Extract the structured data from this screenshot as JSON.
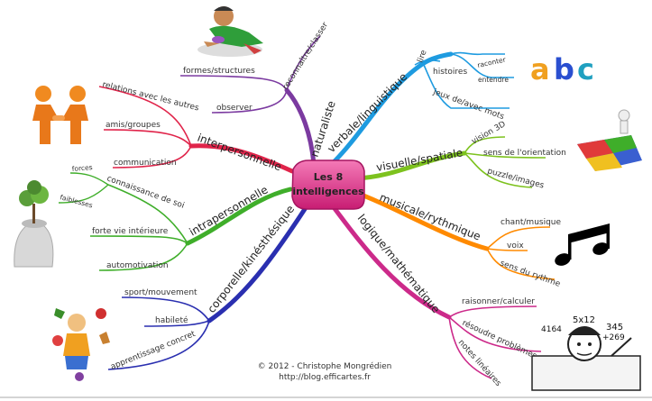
{
  "center": {
    "title": "Les 8 intelligences",
    "line1": "Les 8",
    "line2": "intelligences",
    "fill": "#e8448f"
  },
  "branches": [
    {
      "id": "verbale",
      "label": "verbale/linguistique",
      "color": "#1e9be0",
      "children": [
        {
          "label": "lire"
        },
        {
          "label": "histoires",
          "children": [
            {
              "label": "raconter"
            },
            {
              "label": "entendre"
            }
          ]
        },
        {
          "label": "jeux de/avec mots"
        }
      ]
    },
    {
      "id": "visuelle",
      "label": "visuelle/spatiale",
      "color": "#7dc21e",
      "children": [
        {
          "label": "vision 3D"
        },
        {
          "label": "sens de l'orientation"
        },
        {
          "label": "puzzle/images"
        }
      ]
    },
    {
      "id": "musicale",
      "label": "musicale/rythmique",
      "color": "#ff8a00",
      "children": [
        {
          "label": "chant/musique"
        },
        {
          "label": "voix"
        },
        {
          "label": "sens du rythme"
        }
      ]
    },
    {
      "id": "logique",
      "label": "logique/mathématique",
      "color": "#cc2a8a",
      "children": [
        {
          "label": "raisonner/calculer"
        },
        {
          "label": "résoudre problèmes"
        },
        {
          "label": "notes linéaires"
        }
      ]
    },
    {
      "id": "corporelle",
      "label": "corporelle/kinésthésique",
      "color": "#2a2fb0",
      "children": [
        {
          "label": "sport/mouvement"
        },
        {
          "label": "habileté"
        },
        {
          "label": "apprentissage concret"
        }
      ]
    },
    {
      "id": "intra",
      "label": "intrapersonnelle",
      "color": "#3fae2a",
      "children": [
        {
          "label": "connaissance de soi",
          "children": [
            {
              "label": "forces"
            },
            {
              "label": "faiblesses"
            }
          ]
        },
        {
          "label": "forte vie intérieure"
        },
        {
          "label": "automotivation"
        }
      ]
    },
    {
      "id": "inter",
      "label": "interpersonnelle",
      "color": "#e0244a",
      "children": [
        {
          "label": "relations avec les autres"
        },
        {
          "label": "amis/groupes"
        },
        {
          "label": "communication"
        }
      ]
    },
    {
      "id": "naturaliste",
      "label": "naturaliste",
      "color": "#7b3aa0",
      "children": [
        {
          "label": "reconnaître/classer"
        },
        {
          "label": "formes/structures"
        },
        {
          "label": "observer"
        }
      ]
    }
  ],
  "illustrations": {
    "abc": {
      "letters": [
        "a",
        "b",
        "c"
      ],
      "colors": [
        "#f0a020",
        "#2a4fd0",
        "#20a0c0"
      ]
    },
    "music": "music-note-icon",
    "puzzle": "puzzle-icon",
    "handshake": "handshake-icon",
    "child": "child-icon",
    "tree_head": "tree-head-icon",
    "juggler": "juggler-icon",
    "math": {
      "formulas": [
        "5x12",
        "345",
        "+269",
        "4164"
      ]
    }
  },
  "footer": {
    "copyright": "© 2012 - Christophe Mongrédien",
    "url": "http://blog.efficartes.fr"
  }
}
